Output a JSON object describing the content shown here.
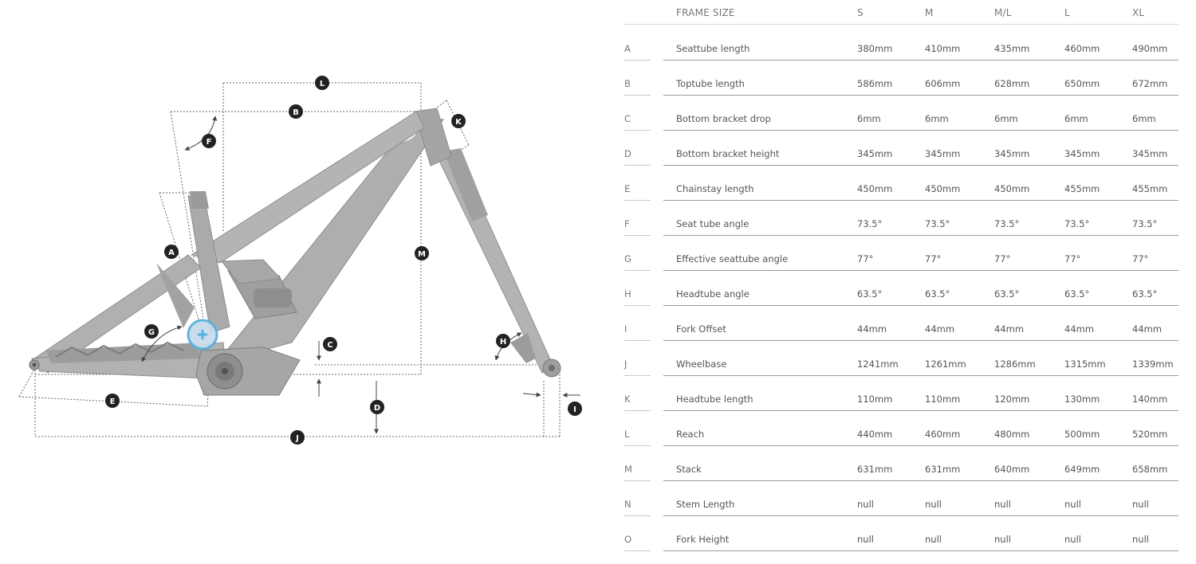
{
  "diagram": {
    "callouts": [
      "A",
      "B",
      "C",
      "D",
      "E",
      "F",
      "G",
      "H",
      "I",
      "J",
      "K",
      "L",
      "M"
    ],
    "colors": {
      "frame": "#a9a9a9",
      "frame_dark": "#8d8d8d",
      "dims": "#555555",
      "badge": "#222222",
      "highlight": "#5aaee0"
    }
  },
  "table": {
    "header_label": "FRAME SIZE",
    "sizes": [
      "S",
      "M",
      "M/L",
      "L",
      "XL"
    ],
    "rows": [
      {
        "letter": "A",
        "name": "Seattube length",
        "values": [
          "380mm",
          "410mm",
          "435mm",
          "460mm",
          "490mm"
        ]
      },
      {
        "letter": "B",
        "name": "Toptube length",
        "values": [
          "586mm",
          "606mm",
          "628mm",
          "650mm",
          "672mm"
        ]
      },
      {
        "letter": "C",
        "name": "Bottom bracket drop",
        "values": [
          "6mm",
          "6mm",
          "6mm",
          "6mm",
          "6mm"
        ]
      },
      {
        "letter": "D",
        "name": "Bottom bracket height",
        "values": [
          "345mm",
          "345mm",
          "345mm",
          "345mm",
          "345mm"
        ]
      },
      {
        "letter": "E",
        "name": "Chainstay length",
        "values": [
          "450mm",
          "450mm",
          "450mm",
          "455mm",
          "455mm"
        ]
      },
      {
        "letter": "F",
        "name": "Seat tube angle",
        "values": [
          "73.5°",
          "73.5°",
          "73.5°",
          "73.5°",
          "73.5°"
        ]
      },
      {
        "letter": "G",
        "name": "Effective seattube angle",
        "values": [
          "77°",
          "77°",
          "77°",
          "77°",
          "77°"
        ]
      },
      {
        "letter": "H",
        "name": "Headtube angle",
        "values": [
          "63.5°",
          "63.5°",
          "63.5°",
          "63.5°",
          "63.5°"
        ]
      },
      {
        "letter": "I",
        "name": "Fork Offset",
        "values": [
          "44mm",
          "44mm",
          "44mm",
          "44mm",
          "44mm"
        ]
      },
      {
        "letter": "J",
        "name": "Wheelbase",
        "values": [
          "1241mm",
          "1261mm",
          "1286mm",
          "1315mm",
          "1339mm"
        ]
      },
      {
        "letter": "K",
        "name": "Headtube length",
        "values": [
          "110mm",
          "110mm",
          "120mm",
          "130mm",
          "140mm"
        ]
      },
      {
        "letter": "L",
        "name": "Reach",
        "values": [
          "440mm",
          "460mm",
          "480mm",
          "500mm",
          "520mm"
        ]
      },
      {
        "letter": "M",
        "name": "Stack",
        "values": [
          "631mm",
          "631mm",
          "640mm",
          "649mm",
          "658mm"
        ]
      },
      {
        "letter": "N",
        "name": "Stem Length",
        "values": [
          "null",
          "null",
          "null",
          "null",
          "null"
        ]
      },
      {
        "letter": "O",
        "name": "Fork Height",
        "values": [
          "null",
          "null",
          "null",
          "null",
          "null"
        ]
      }
    ]
  }
}
